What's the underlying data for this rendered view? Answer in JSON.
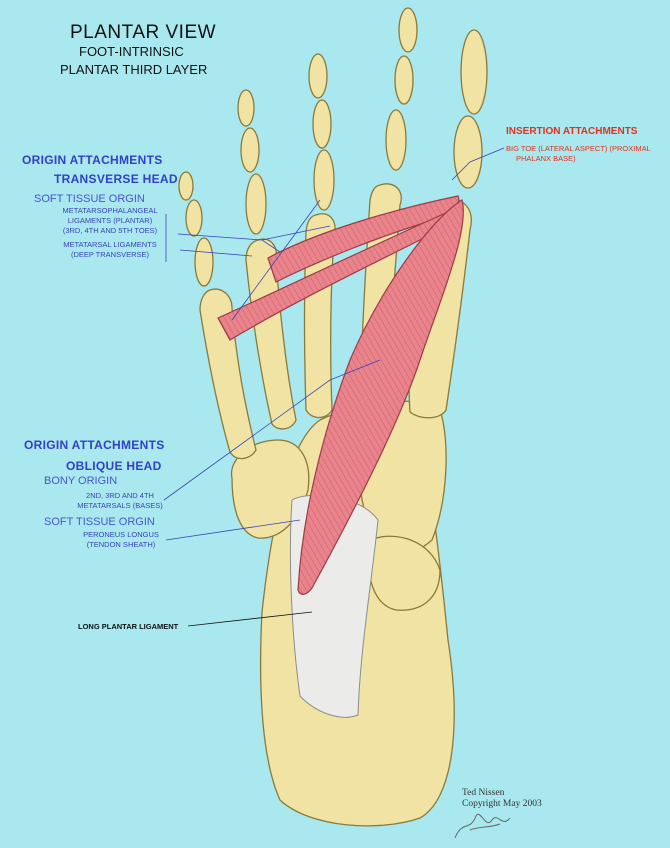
{
  "title": {
    "line1": "PLANTAR VIEW",
    "line2": "FOOT-INTRINSIC",
    "line3": "PLANTAR THIRD LAYER"
  },
  "transverse": {
    "heading": "ORIGIN ATTACHMENTS",
    "head_name": "TRANSVERSE HEAD",
    "tissue": "SOFT TISSUE ORGIN",
    "lig1": [
      "METATARSOPHALANGEAL",
      "LIGAMENTS (PLANTAR)",
      "(3RD, 4TH AND 5TH TOES)"
    ],
    "lig2": [
      "METATARSAL LIGAMENTS",
      "(DEEP TRANSVERSE)"
    ]
  },
  "insertion": {
    "heading": "INSERTION ATTACHMENTS",
    "detail": [
      "BIG TOE (LATERAL ASPECT) (PROXIMAL",
      "PHALANX BASE)"
    ]
  },
  "oblique": {
    "heading": "ORIGIN ATTACHMENTS",
    "head_name": "OBLIQUE HEAD",
    "bony": "BONY ORIGIN",
    "bony_detail": [
      "2ND, 3RD AND 4TH",
      "METATARSALS (BASES)"
    ],
    "tissue": "SOFT TISSUE ORGIN",
    "tissue_detail": [
      "PERONEUS LONGUS",
      "(TENDON SHEATH)"
    ]
  },
  "ligament_label": "LONG PLANTAR LIGAMENT",
  "credit": {
    "author": "Ted Nissen",
    "copyright": "Copyright May 2003"
  },
  "colors": {
    "background": "#a8e8ee",
    "bone": "#f1e3a4",
    "muscle": "#ea848c",
    "ligament": "#ebebe9",
    "origin_text": "#3340c8",
    "insertion_text": "#e0321e"
  }
}
